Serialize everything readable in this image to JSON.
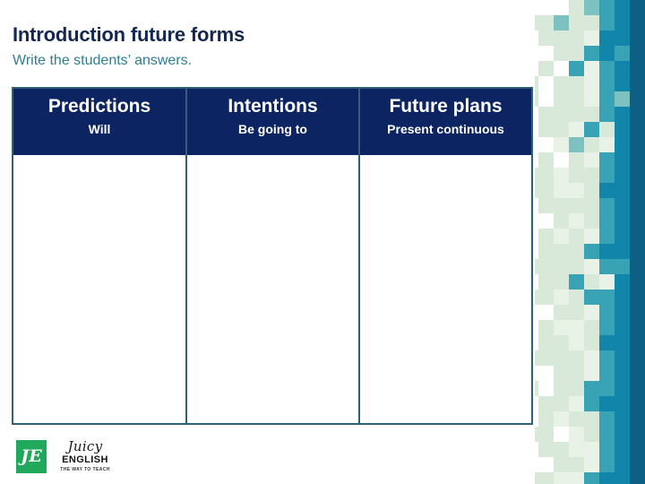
{
  "slide": {
    "title": "Introduction future forms",
    "subtitle": "Write the students’ answers.",
    "title_color": "#14284f",
    "subtitle_color": "#2f7e8e",
    "background": "#ffffff"
  },
  "table": {
    "header_background": "#0c2461",
    "header_text_color": "#ffffff",
    "border_color": "#2f6272",
    "columns": [
      {
        "title": "Predictions",
        "subtitle": "Will",
        "body": ""
      },
      {
        "title": "Intentions",
        "subtitle": "Be going to",
        "body": ""
      },
      {
        "title": "Future plans",
        "subtitle": "Present continuous",
        "body": ""
      }
    ]
  },
  "logo": {
    "mark_text": "JE",
    "mark_color": "#20a85c",
    "word_script": "Juicy",
    "word_main": "ENGLISH",
    "tagline": "THE WAY TO TEACH"
  },
  "mosaic": {
    "palette": {
      "mint": "#d8e9d9",
      "pale": "#e8f2e6",
      "aqua": "#7dc2c0",
      "teal": "#38a3b5",
      "blue": "#1286aa",
      "deep": "#0d5f86",
      "navy": "#0b4a70"
    },
    "cell_size": 17,
    "columns": 7,
    "rows": 32,
    "grid": [
      [
        0,
        0,
        0,
        1,
        3,
        4,
        5,
        6
      ],
      [
        1,
        1,
        3,
        1,
        1,
        4,
        5,
        6
      ],
      [
        0,
        1,
        1,
        1,
        2,
        5,
        5,
        6
      ],
      [
        0,
        0,
        1,
        1,
        4,
        5,
        4,
        6
      ],
      [
        0,
        1,
        0,
        4,
        2,
        4,
        5,
        6
      ],
      [
        1,
        0,
        1,
        1,
        2,
        4,
        5,
        6
      ],
      [
        1,
        0,
        1,
        1,
        2,
        4,
        3,
        6
      ],
      [
        0,
        1,
        1,
        1,
        1,
        4,
        5,
        6
      ],
      [
        0,
        1,
        1,
        2,
        4,
        1,
        5,
        6
      ],
      [
        0,
        0,
        2,
        3,
        1,
        2,
        5,
        6
      ],
      [
        0,
        1,
        0,
        1,
        2,
        4,
        5,
        6
      ],
      [
        1,
        1,
        2,
        1,
        1,
        4,
        5,
        6
      ],
      [
        1,
        1,
        2,
        2,
        1,
        5,
        5,
        6
      ],
      [
        0,
        1,
        1,
        1,
        1,
        4,
        5,
        6
      ],
      [
        0,
        0,
        1,
        2,
        1,
        4,
        5,
        6
      ],
      [
        0,
        1,
        2,
        1,
        2,
        4,
        5,
        6
      ],
      [
        0,
        1,
        1,
        1,
        4,
        5,
        5,
        6
      ],
      [
        1,
        1,
        1,
        1,
        2,
        4,
        4,
        6
      ],
      [
        0,
        1,
        1,
        4,
        1,
        2,
        5,
        6
      ],
      [
        1,
        1,
        2,
        1,
        4,
        4,
        5,
        6
      ],
      [
        0,
        0,
        1,
        1,
        2,
        4,
        5,
        6
      ],
      [
        0,
        1,
        2,
        2,
        1,
        4,
        5,
        6
      ],
      [
        0,
        1,
        1,
        2,
        1,
        5,
        5,
        6
      ],
      [
        1,
        1,
        1,
        1,
        2,
        4,
        5,
        6
      ],
      [
        0,
        0,
        1,
        1,
        2,
        4,
        5,
        6
      ],
      [
        1,
        0,
        1,
        1,
        4,
        4,
        5,
        6
      ],
      [
        0,
        1,
        1,
        2,
        4,
        5,
        5,
        6
      ],
      [
        0,
        1,
        2,
        1,
        1,
        4,
        5,
        6
      ],
      [
        1,
        1,
        0,
        2,
        1,
        4,
        5,
        6
      ],
      [
        0,
        1,
        1,
        2,
        2,
        4,
        5,
        6
      ],
      [
        0,
        0,
        1,
        1,
        2,
        4,
        5,
        6
      ],
      [
        1,
        1,
        2,
        2,
        4,
        5,
        5,
        6
      ]
    ]
  }
}
